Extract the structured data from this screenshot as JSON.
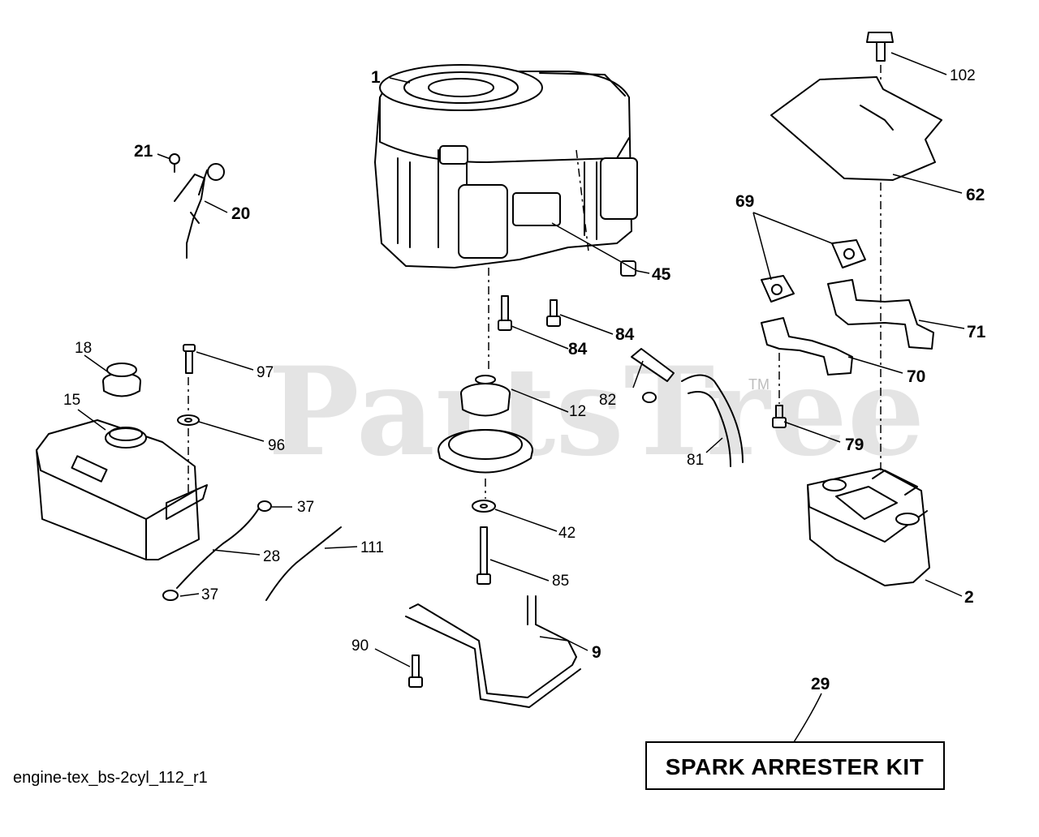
{
  "diagram": {
    "watermark": "PartsTree",
    "watermark_tm": "TM",
    "filename": "engine-tex_bs-2cyl_112_r1",
    "kit_label": "SPARK ARRESTER KIT",
    "callouts": {
      "c1": "1",
      "c2": "2",
      "c9": "9",
      "c12": "12",
      "c15": "15",
      "c18": "18",
      "c20": "20",
      "c21": "21",
      "c28": "28",
      "c29": "29",
      "c37a": "37",
      "c37b": "37",
      "c42": "42",
      "c45": "45",
      "c62": "62",
      "c69": "69",
      "c70": "70",
      "c71": "71",
      "c79": "79",
      "c81": "81",
      "c82": "82",
      "c84a": "84",
      "c84b": "84",
      "c85": "85",
      "c90": "90",
      "c96": "96",
      "c97": "97",
      "c102": "102",
      "c111": "111"
    }
  }
}
